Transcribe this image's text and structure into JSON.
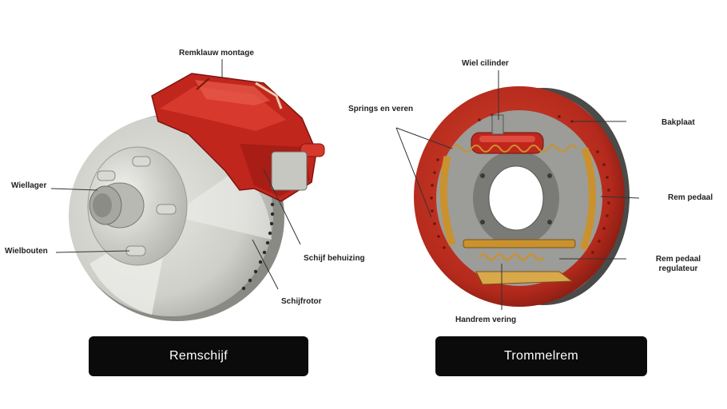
{
  "disc_brake": {
    "caption": "Remschijf",
    "labels": {
      "caliper": "Remklauw montage",
      "bearing": "Wiellager",
      "studs": "Wielbouten",
      "housing": "Schijf behuizing",
      "rotor": "Schijfrotor"
    }
  },
  "drum_brake": {
    "caption": "Trommelrem",
    "labels": {
      "cylinder": "Wiel cilinder",
      "springs": "Springs en veren",
      "backplate": "Bakplaat",
      "pedal": "Rem pedaal",
      "regulator": "Rem pedaal regulateur",
      "handbrake": "Handrem vering"
    }
  },
  "colors": {
    "caliper_red": "#c1261d",
    "rotor_grey": "#c9c9c4",
    "shoe_brass": "#c9922e",
    "caption_bg": "#0b0b0b"
  }
}
